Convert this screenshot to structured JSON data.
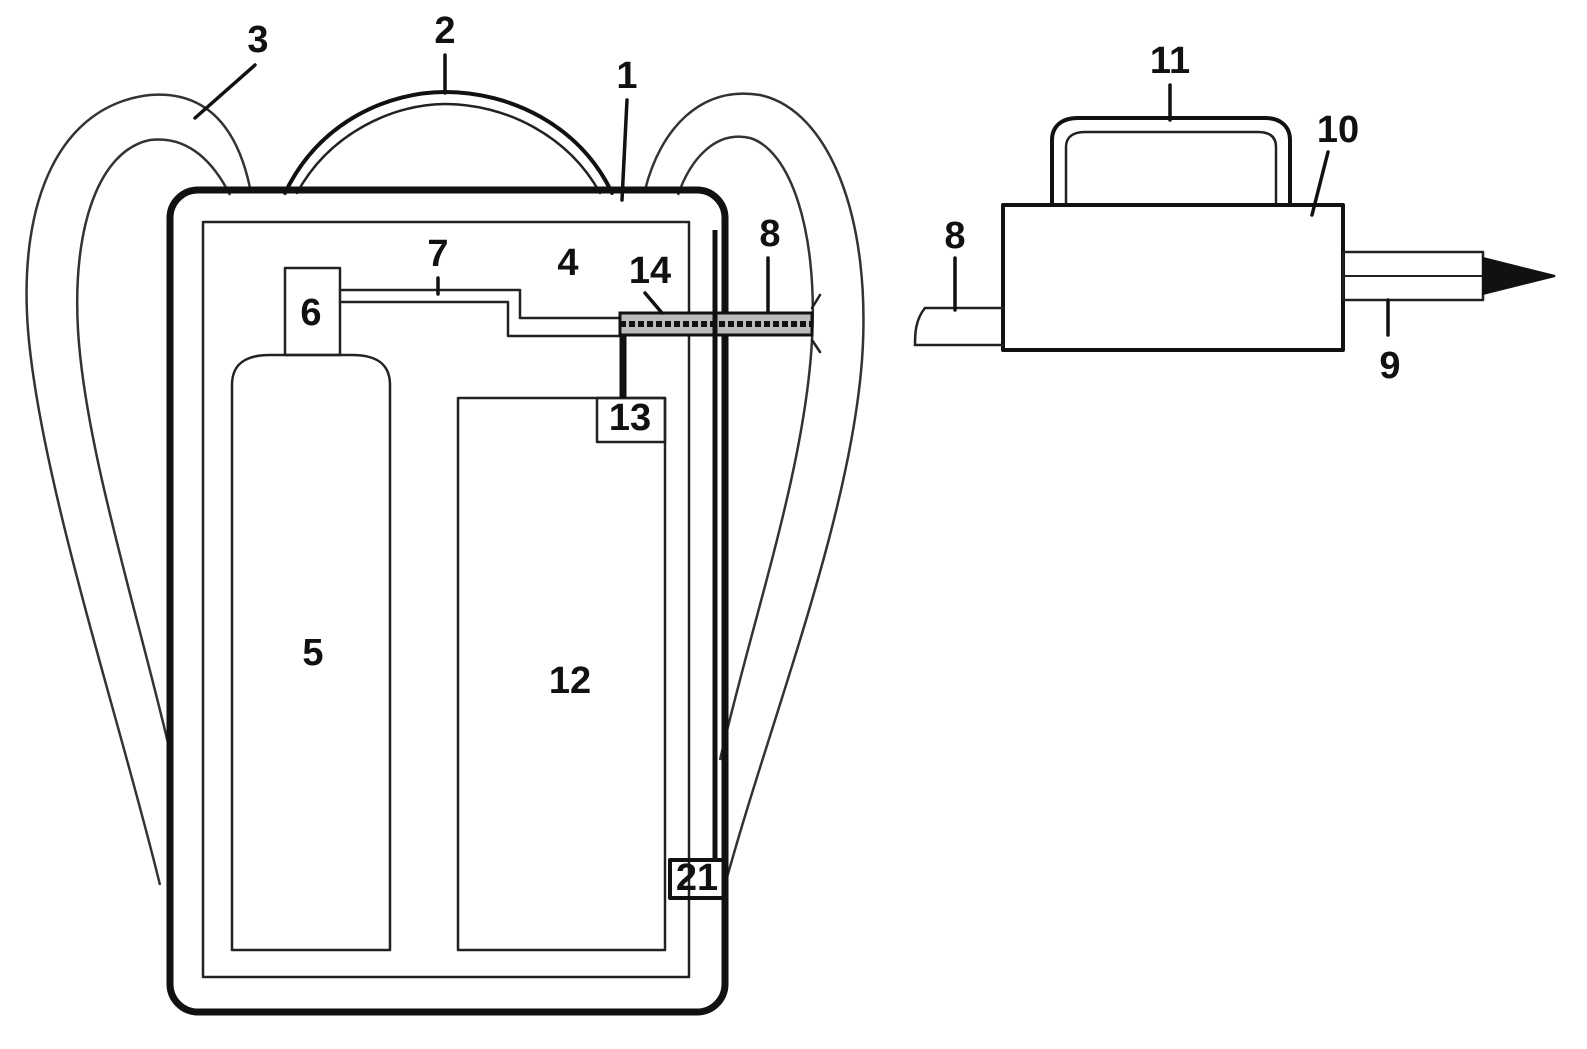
{
  "labels": {
    "l1": "1",
    "l2": "2",
    "l3": "3",
    "l4": "4",
    "l5": "5",
    "l6": "6",
    "l7": "7",
    "l8a": "8",
    "l8b": "8",
    "l9": "9",
    "l10": "10",
    "l11": "11",
    "l12": "12",
    "l13": "13",
    "l14": "14",
    "l21": "21"
  }
}
